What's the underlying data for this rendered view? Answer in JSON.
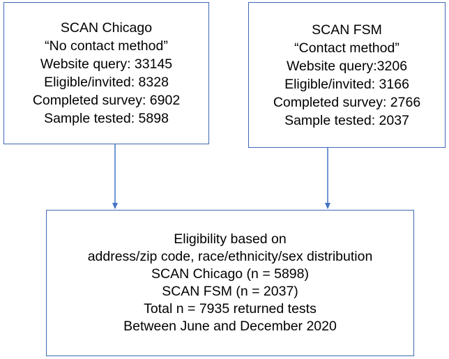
{
  "diagram": {
    "boxes": {
      "chicago": {
        "lines": [
          "SCAN Chicago",
          "“No contact method”",
          "Website query: 33145",
          "Eligible/invited: 8328",
          "Completed survey: 6902",
          "Sample tested: 5898"
        ]
      },
      "fsm": {
        "lines": [
          "SCAN FSM",
          "“Contact method”",
          "Website query:3206",
          "Eligible/invited: 3166",
          "Completed survey: 2766",
          "Sample tested: 2037"
        ]
      },
      "result": {
        "lines": [
          "Eligibility based on",
          "address/zip code, race/ethnicity/sex distribution",
          "SCAN Chicago (n = 5898)",
          "SCAN FSM (n =  2037)",
          "Total n = 7935 returned tests",
          "Between June and December 2020"
        ]
      }
    },
    "colors": {
      "border": "#3f67b5",
      "arrow": "#4472c4",
      "text": "#000000"
    }
  }
}
